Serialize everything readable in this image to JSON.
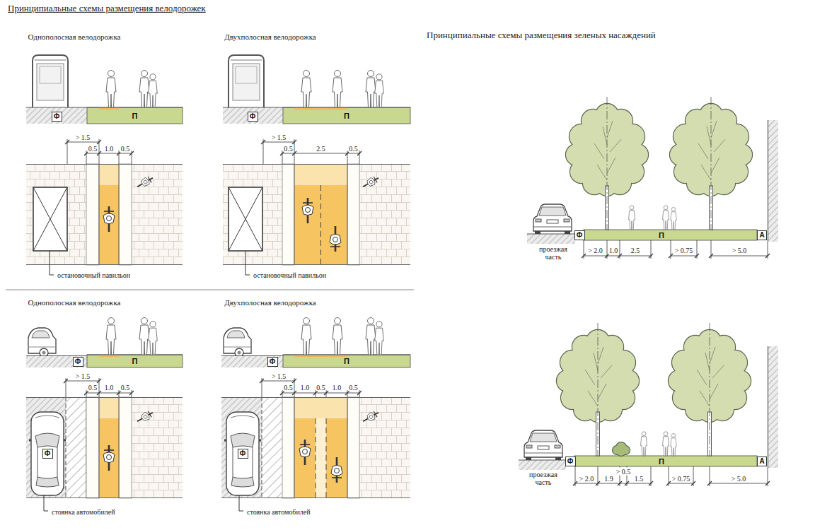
{
  "diagram": {
    "title": "Принципиальные схемы размещения велодорожек",
    "nodes": [
      {
        "text": [
          "Ф"
        ]
      },
      {
        "text": [
          "П"
        ]
      },
      {
        "text": [
          "Ф"
        ]
      },
      {
        "text": [
          "П"
        ]
      },
      {
        "text": [
          "Ф"
        ]
      },
      {
        "text": [
          "П"
        ]
      },
      {
        "text": [
          "Ф"
        ]
      },
      {
        "text": [
          "Ф"
        ]
      },
      {
        "text": [
          "П"
        ]
      },
      {
        "text": [
          "Ф"
        ]
      },
      {
        "text": [
          "Ф"
        ]
      },
      {
        "text": [
          "П"
        ]
      },
      {
        "text": [
          "А"
        ]
      },
      {
        "text": [
          "Ф"
        ]
      },
      {
        "text": [
          "П"
        ]
      },
      {
        "text": [
          "А"
        ]
      }
    ],
    "labels": [
      "Однополосная велодорожка",
      "Двухполосная велодорожка",
      "> 1.5",
      "0.5",
      "1.0",
      "0.5",
      "> 1.5",
      "0.5",
      "2.5",
      "0.5",
      "остановочный павильон",
      "остановочный павильон",
      "Однополосная велодорожка",
      "Двухполосная велодорожка",
      "> 1.5",
      "0.5",
      "1.0",
      "0.5",
      "> 1.5",
      "0.5",
      "1.0",
      "0.5",
      "1.0",
      "0.5",
      "стоянка автомобилей",
      "стоянка автомобилей",
      "Принципиальные схемы размещения зеленых насаждений",
      "проезжая часть",
      "> 2.0",
      "1.0",
      "2.5",
      "> 0.75",
      "> 5.0",
      "проезжая часть",
      "> 2.0",
      "1.9",
      "> 0.5",
      "1.5",
      "> 0.75",
      "> 5.0"
    ]
  }
}
